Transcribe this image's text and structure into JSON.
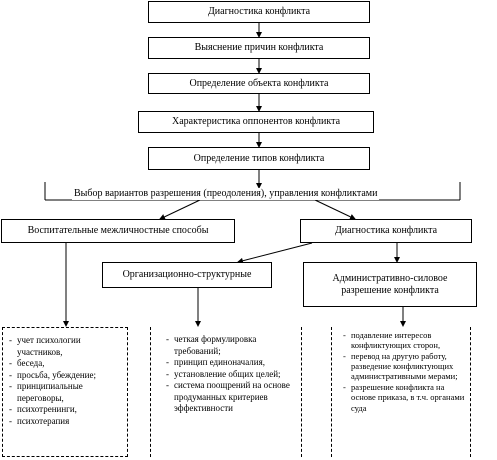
{
  "flow": {
    "steps": [
      "Диагностика конфликта",
      "Выяснение причин конфликта",
      "Определение объекта конфликта",
      "Характеристика оппонентов конфликта",
      "Определение типов конфликта"
    ],
    "choice": "Выбор вариантов разрешения (преодоления), управления конфликтами"
  },
  "branches": {
    "left": {
      "title": "Воспитательные межличностные способы",
      "items": [
        "учет психологии участников,",
        "беседа,",
        "просьба, убеждение;",
        "принципиальные переговоры,",
        "психотренинги,",
        "психотерапия"
      ]
    },
    "right": {
      "title": "Диагностика конфликта"
    },
    "middle": {
      "title": "Организационно-структурные",
      "items": [
        "четкая формулировка требований;",
        "принцип единоначалия,",
        "установление общих целей;",
        "система поощрений на основе продуманных критериев эффективности"
      ]
    },
    "admin": {
      "title": "Административно-силовое разрешение конфликта",
      "items": [
        "подавление интересов конфликтующих сторон,",
        "перевод на другую работу, разведение конфликтующих административными мерами;",
        "разрешение конфликта на основе приказа, в т.ч. органами суда"
      ]
    }
  }
}
